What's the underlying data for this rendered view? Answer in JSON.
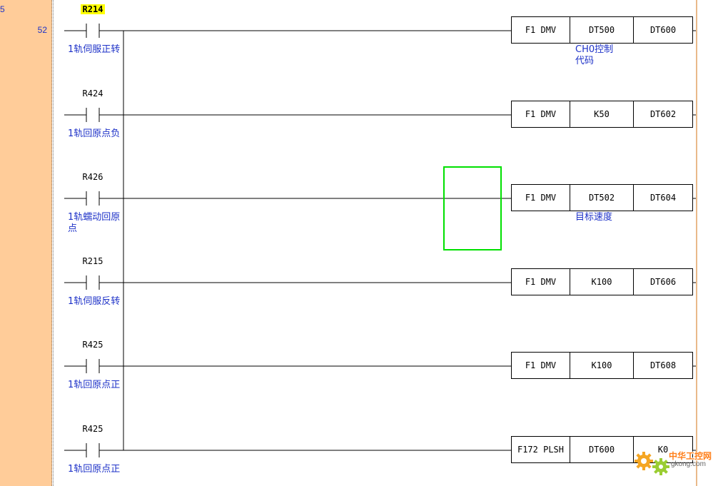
{
  "gutter": {
    "prev_step": "5",
    "step_number": "52"
  },
  "rungs": [
    {
      "contact": "R214",
      "highlight": true,
      "comment": "1轨伺服正转",
      "instruction": "F1 DMV",
      "operand1": "DT500",
      "operand2": "DT600",
      "output_comment": "CH0控制代码"
    },
    {
      "contact": "R424",
      "highlight": false,
      "comment": "1轨回原点负",
      "instruction": "F1 DMV",
      "operand1": "K50",
      "operand2": "DT602",
      "output_comment": ""
    },
    {
      "contact": "R426",
      "highlight": false,
      "comment": "1轨蠕动回原点",
      "instruction": "F1 DMV",
      "operand1": "DT502",
      "operand2": "DT604",
      "output_comment": "目标速度"
    },
    {
      "contact": "R215",
      "highlight": false,
      "comment": "1轨伺服反转",
      "instruction": "F1 DMV",
      "operand1": "K100",
      "operand2": "DT606",
      "output_comment": ""
    },
    {
      "contact": "R425",
      "highlight": false,
      "comment": "1轨回原点正",
      "instruction": "F1 DMV",
      "operand1": "K100",
      "operand2": "DT608",
      "output_comment": ""
    },
    {
      "contact": "R425",
      "highlight": false,
      "comment": "1轨回原点正",
      "instruction": "F172 PLSH",
      "operand1": "DT600",
      "operand2": "K0",
      "output_comment": ""
    }
  ],
  "watermark": {
    "title": "中华工控网",
    "url": "gkong.com"
  },
  "colors": {
    "gutter": "#ffcc99",
    "comment_text": "#1e32c8",
    "cursor": "#00e000",
    "highlight": "#ffff00"
  }
}
